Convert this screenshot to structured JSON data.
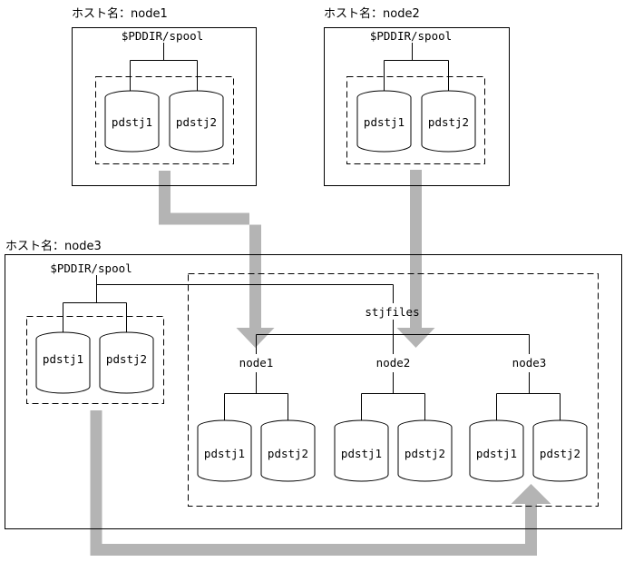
{
  "diagram": {
    "hosts": [
      {
        "title": "ホスト名：node1",
        "spool": "$PDDIR/spool",
        "files": [
          "pdstj1",
          "pdstj2"
        ]
      },
      {
        "title": "ホスト名：node2",
        "spool": "$PDDIR/spool",
        "files": [
          "pdstj1",
          "pdstj2"
        ]
      },
      {
        "title": "ホスト名：node3",
        "spool": "$PDDIR/spool",
        "files": [
          "pdstj1",
          "pdstj2"
        ]
      }
    ],
    "stjfiles": {
      "label": "stjfiles",
      "nodes": [
        {
          "name": "node1",
          "files": [
            "pdstj1",
            "pdstj2"
          ]
        },
        {
          "name": "node2",
          "files": [
            "pdstj1",
            "pdstj2"
          ]
        },
        {
          "name": "node3",
          "files": [
            "pdstj1",
            "pdstj2"
          ]
        }
      ]
    },
    "colors": {
      "line": "#000000",
      "arrow_gray": "#b4b4b4",
      "background": "#ffffff"
    }
  }
}
